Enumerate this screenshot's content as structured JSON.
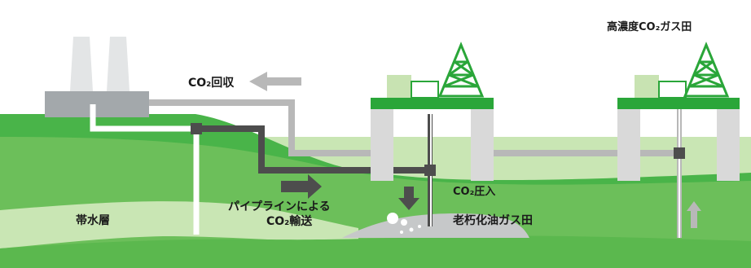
{
  "labels": {
    "co2_recovery": "CO₂回収",
    "high_co2_gas_field": "高濃度CO₂ガス田",
    "co2_injection": "CO₂圧入",
    "pipeline_line1": "パイプラインによる",
    "pipeline_line2": "CO₂輸送",
    "aquifer": "帯水層",
    "depleted_gas_field": "老朽化油ガス田"
  },
  "colors": {
    "ground_dark": "#49b449",
    "ground_mid": "#6cbf5a",
    "ground_light": "#a9d78e",
    "sky_band": "#c9e6b4",
    "platform_green": "#2aa639",
    "pipe_dark": "#4d4d4d",
    "pipe_light": "#b8b8b8",
    "pillar_gray": "#d9d9d9",
    "factory_gray": "#a3a8ab"
  }
}
